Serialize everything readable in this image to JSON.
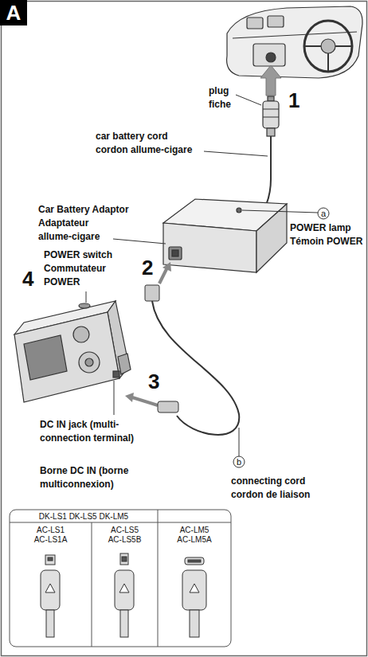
{
  "diagram": {
    "nodes": [
      {
        "text": [
          "A"
        ]
      }
    ],
    "labels": [
      "plug",
      "fiche",
      "1",
      "car battery cord",
      "cordon allume-cigare",
      "Car Battery Adaptor",
      "Adaptateur allume-cigare",
      "a",
      "POWER lamp",
      "Témoin POWER",
      "POWER switch",
      "Commutateur POWER",
      "4",
      "2",
      "3",
      "DC IN jack (multi-connection terminal)",
      "Borne DC IN (borne multiconnexion)",
      "b",
      "connecting cord",
      "cordon de liaison",
      "DK-LS1 DK-LS5 DK-LM5",
      "AC-LS1",
      "AC-LS1A",
      "AC-LS5",
      "AC-LS5B",
      "AC-LM5",
      "AC-LM5A"
    ]
  }
}
